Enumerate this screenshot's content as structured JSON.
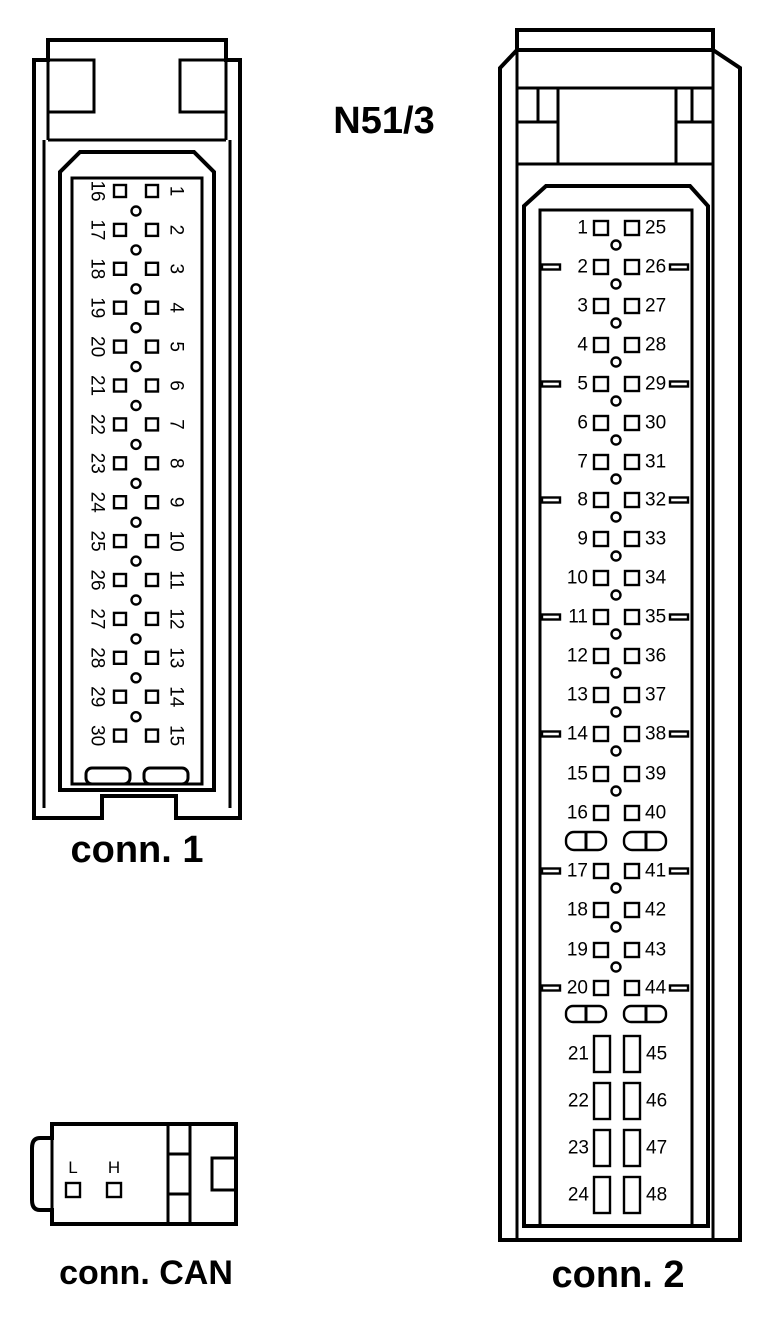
{
  "title": "N51/3",
  "connectors": {
    "conn1": {
      "label": "conn. 1",
      "right_pins": [
        "1",
        "2",
        "3",
        "4",
        "5",
        "6",
        "7",
        "8",
        "9",
        "10",
        "11",
        "12",
        "13",
        "14",
        "15"
      ],
      "left_pins": [
        "16",
        "17",
        "18",
        "19",
        "20",
        "21",
        "22",
        "23",
        "24",
        "25",
        "26",
        "27",
        "28",
        "29",
        "30"
      ]
    },
    "conn2": {
      "label": "conn. 2",
      "left_pins": [
        "1",
        "2",
        "3",
        "4",
        "5",
        "6",
        "7",
        "8",
        "9",
        "10",
        "11",
        "12",
        "13",
        "14",
        "15",
        "16",
        "17",
        "18",
        "19",
        "20"
      ],
      "right_pins": [
        "25",
        "26",
        "27",
        "28",
        "29",
        "30",
        "31",
        "32",
        "33",
        "34",
        "35",
        "36",
        "37",
        "38",
        "39",
        "40",
        "41",
        "42",
        "43",
        "44"
      ],
      "left_large_pins": [
        "21",
        "22",
        "23",
        "24"
      ],
      "right_large_pins": [
        "45",
        "46",
        "47",
        "48"
      ]
    },
    "can": {
      "label": "conn. CAN",
      "pins": [
        "L",
        "H"
      ]
    }
  }
}
